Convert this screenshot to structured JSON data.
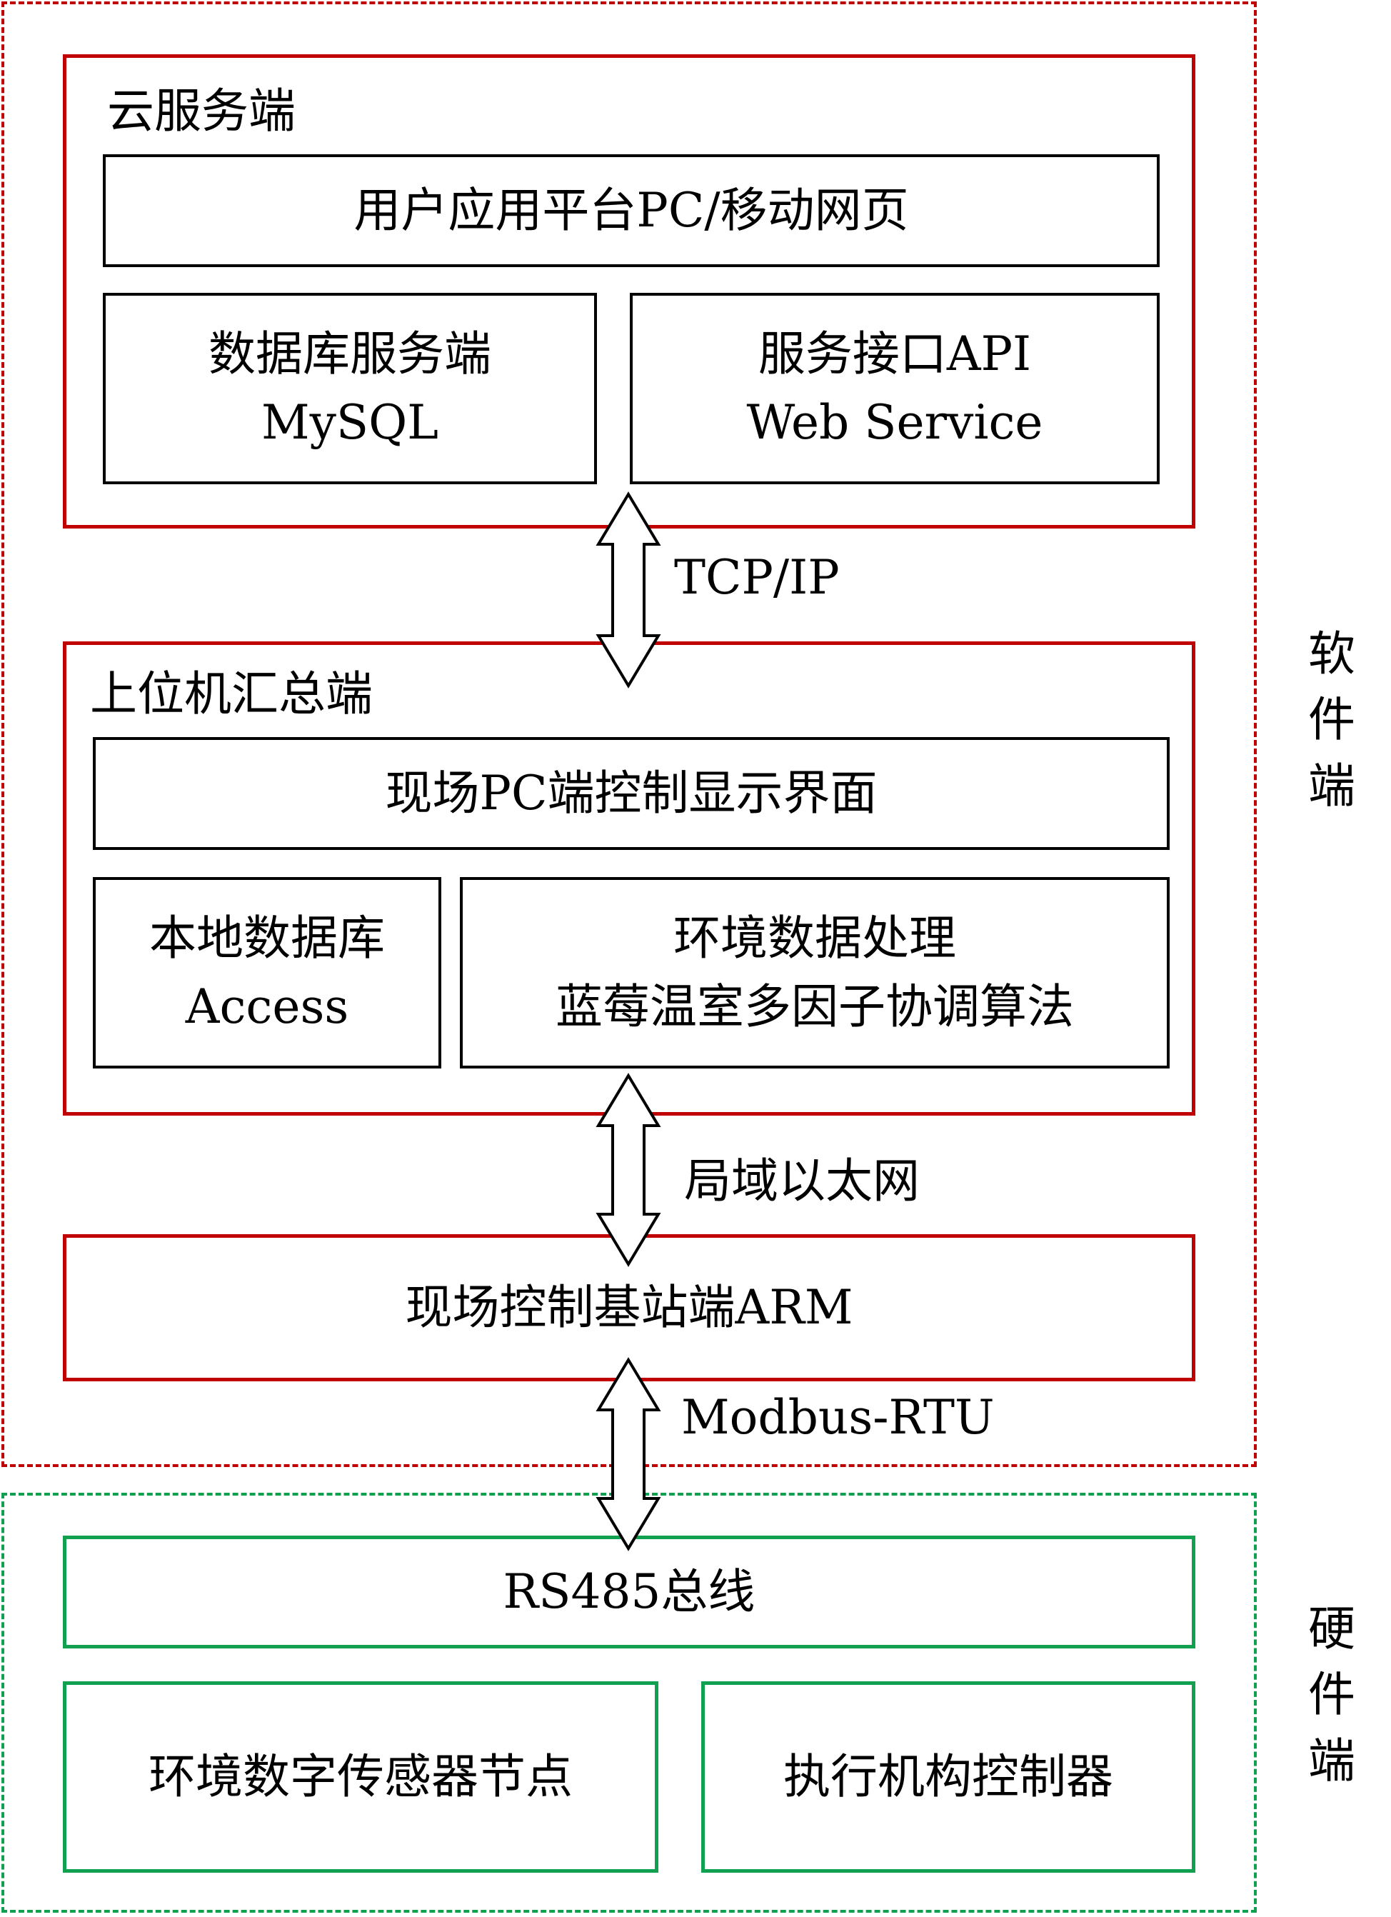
{
  "regions": {
    "software": {
      "label": [
        "软",
        "件",
        "端"
      ]
    },
    "hardware": {
      "label": [
        "硬",
        "件",
        "端"
      ]
    }
  },
  "cloud": {
    "title": "云服务端",
    "app_platform": "用户应用平台PC/移动网页",
    "database": {
      "line1": "数据库服务端",
      "line2": "MySQL"
    },
    "api": {
      "line1": "服务接口API",
      "line2": "Web Service"
    }
  },
  "host": {
    "title": "上位机汇总端",
    "display": "现场PC端控制显示界面",
    "local_db": {
      "line1": "本地数据库",
      "line2": "Access"
    },
    "processing": {
      "line1": "环境数据处理",
      "line2": "蓝莓温室多因子协调算法"
    }
  },
  "base_station": {
    "label": "现场控制基站端ARM"
  },
  "hardware": {
    "bus": "RS485总线",
    "sensor_nodes": "环境数字传感器节点",
    "actuator_controller": "执行机构控制器"
  },
  "links": {
    "cloud_host": "TCP/IP",
    "host_base": "局域以太网",
    "base_bus": "Modbus-RTU"
  },
  "colors": {
    "software": "#c00000",
    "hardware": "#10a050",
    "inner_box": "#000000"
  }
}
